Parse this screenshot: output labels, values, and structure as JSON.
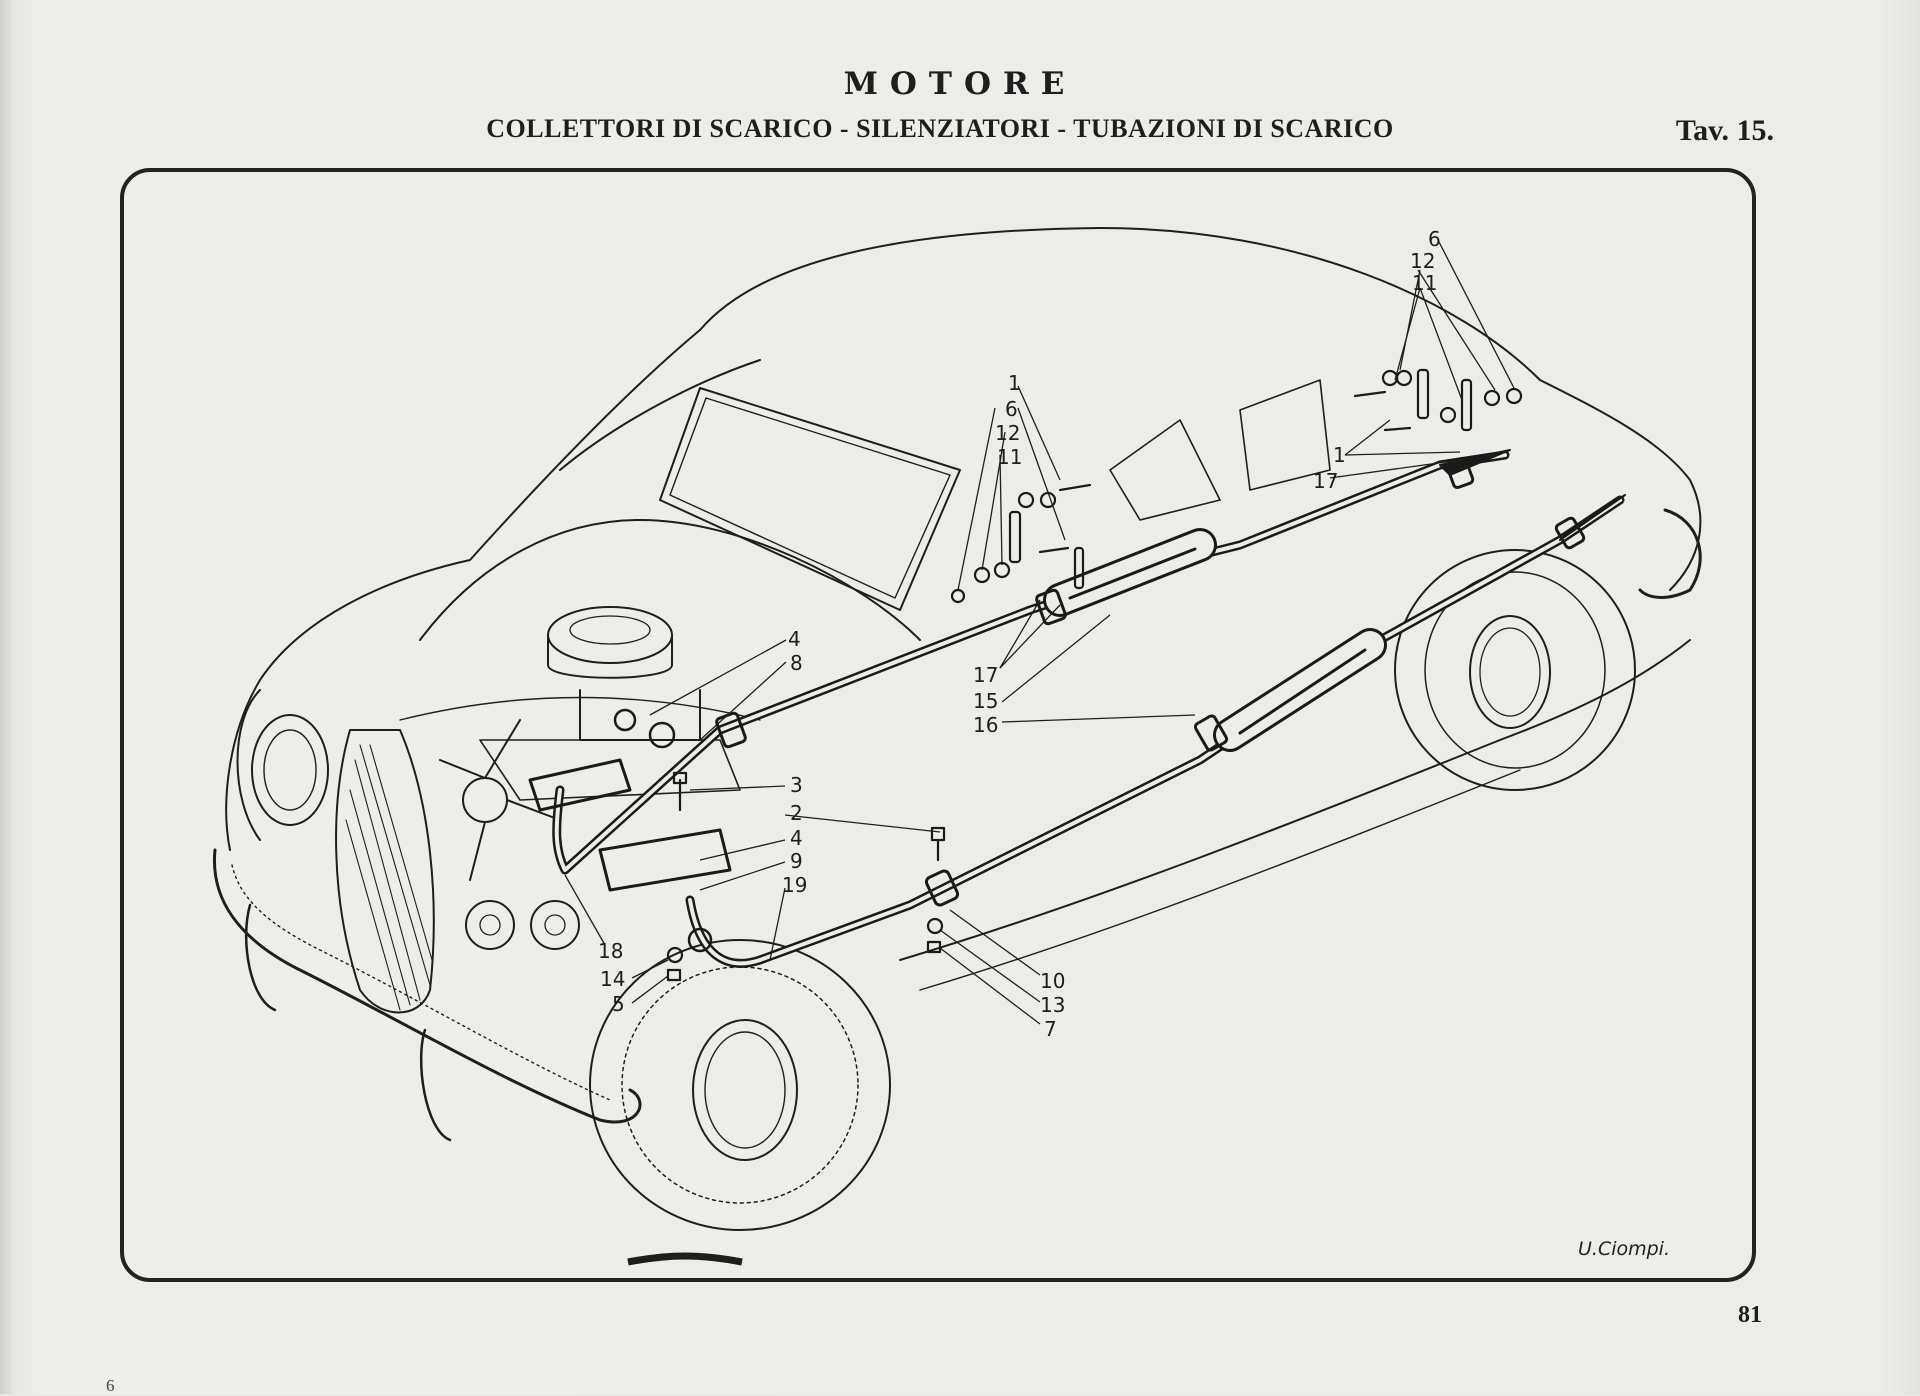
{
  "header": {
    "title": "MOTORE",
    "subtitle": "COLLETTORI DI SCARICO - SILENZIATORI - TUBAZIONI DI SCARICO",
    "plate": "Tav. 15."
  },
  "footer": {
    "page_number": "81",
    "sheet_mark": "6"
  },
  "signature": "U.Ciompi.",
  "callouts": {
    "right_hanger": [
      "6",
      "12",
      "11",
      "1",
      "17"
    ],
    "mid_hanger": [
      "1",
      "6",
      "12",
      "11"
    ],
    "mid_lower": [
      "17",
      "15",
      "16"
    ],
    "front_top": [
      "4",
      "8"
    ],
    "manifold": [
      "3",
      "2",
      "4",
      "9",
      "19"
    ],
    "front_lower": [
      "18",
      "14",
      "5"
    ],
    "rear_clamp": [
      "10",
      "13",
      "7"
    ]
  },
  "colors": {
    "ink": "#1e1e1e",
    "paper": "#ececE8"
  }
}
